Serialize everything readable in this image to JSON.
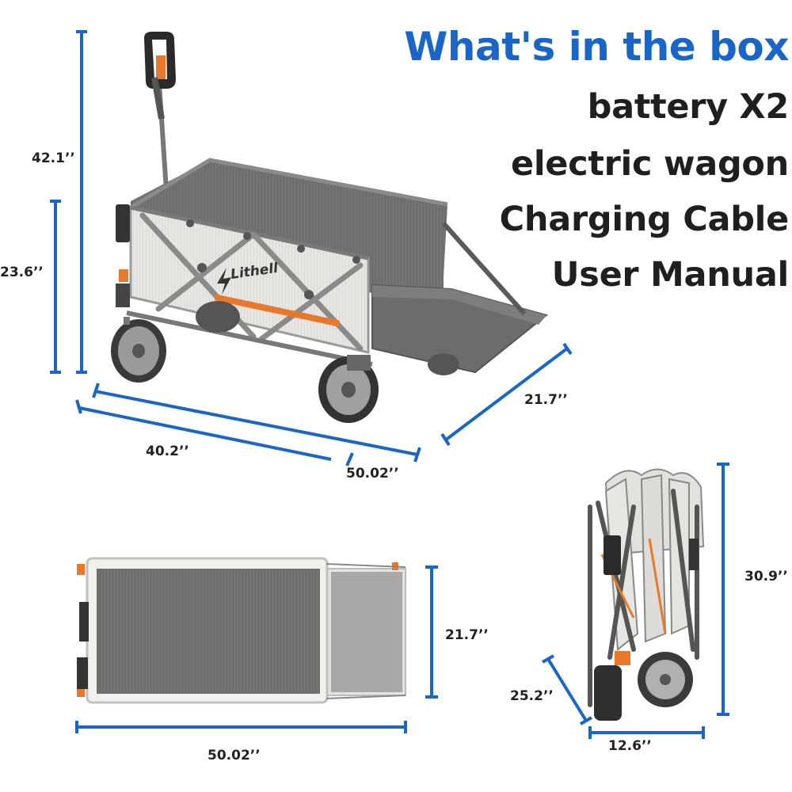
{
  "heading": {
    "title": "What's in the box",
    "items": [
      "battery X2",
      "electric wagon",
      "Charging Cable",
      "User Manual"
    ]
  },
  "dimensions": {
    "height_total": "42.1’’",
    "height_body": "23.6’’",
    "length_body": "40.2’’",
    "length_total": "50.02’’",
    "width_side": "21.7’’",
    "top_width": "21.7’’",
    "top_length": "50.02’’",
    "folded_height": "30.9’’",
    "folded_depth": "25.2’’",
    "folded_width": "12.6’’"
  },
  "brand": {
    "logo_text": "Lithell"
  },
  "colors": {
    "accent": "#1a66c8",
    "dimension_line": "#1a66c8",
    "fabric_light": "#e6e4e0",
    "fabric_dark": "#6e6e6e",
    "frame": "#8a8a8a",
    "orange": "#e8782a"
  }
}
